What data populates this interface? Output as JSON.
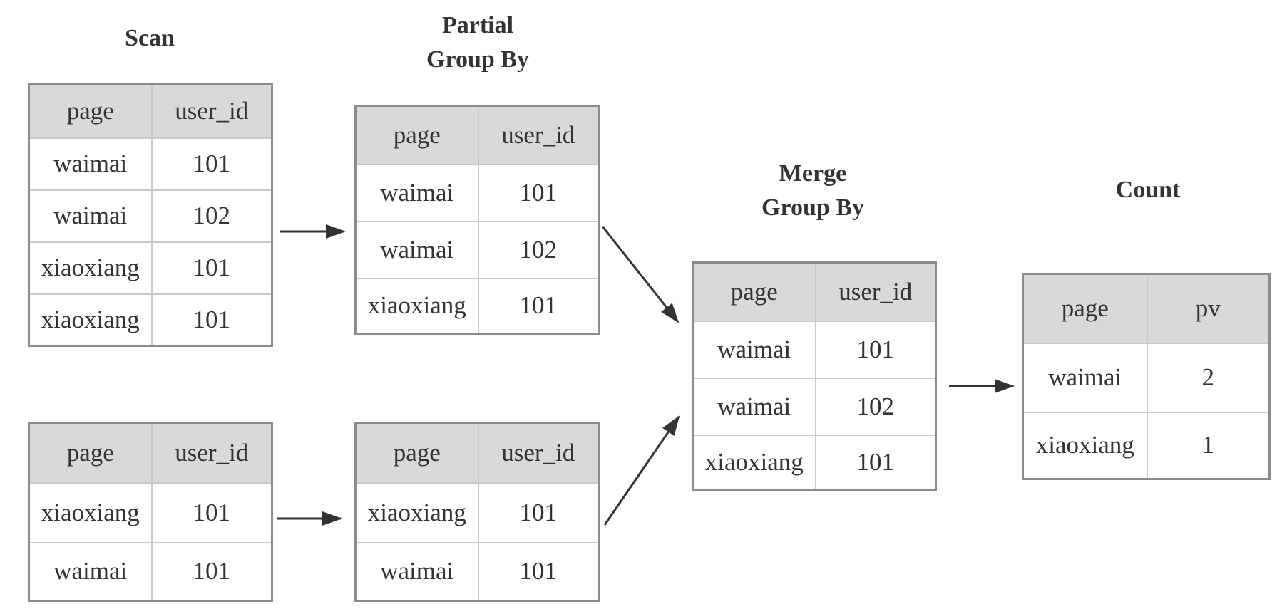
{
  "titles": {
    "scan": "Scan",
    "partial_line1": "Partial",
    "partial_line2": "Group By",
    "merge_line1": "Merge",
    "merge_line2": "Group By",
    "count": "Count"
  },
  "tables": {
    "scan_top": {
      "headers": [
        "page",
        "user_id"
      ],
      "rows": [
        [
          "waimai",
          "101"
        ],
        [
          "waimai",
          "102"
        ],
        [
          "xiaoxiang",
          "101"
        ],
        [
          "xiaoxiang",
          "101"
        ]
      ]
    },
    "scan_bottom": {
      "headers": [
        "page",
        "user_id"
      ],
      "rows": [
        [
          "xiaoxiang",
          "101"
        ],
        [
          "waimai",
          "101"
        ]
      ]
    },
    "partial_top": {
      "headers": [
        "page",
        "user_id"
      ],
      "rows": [
        [
          "waimai",
          "101"
        ],
        [
          "waimai",
          "102"
        ],
        [
          "xiaoxiang",
          "101"
        ]
      ]
    },
    "partial_bottom": {
      "headers": [
        "page",
        "user_id"
      ],
      "rows": [
        [
          "xiaoxiang",
          "101"
        ],
        [
          "waimai",
          "101"
        ]
      ]
    },
    "merge": {
      "headers": [
        "page",
        "user_id"
      ],
      "rows": [
        [
          "waimai",
          "101"
        ],
        [
          "waimai",
          "102"
        ],
        [
          "xiaoxiang",
          "101"
        ]
      ]
    },
    "count": {
      "headers": [
        "page",
        "pv"
      ],
      "rows": [
        [
          "waimai",
          "2"
        ],
        [
          "xiaoxiang",
          "1"
        ]
      ]
    }
  },
  "colors": {
    "header_fill": "#d9d9d9",
    "outer_border": "#8c8c8c",
    "inner_border": "#c9c9c9",
    "arrow": "#333333"
  }
}
